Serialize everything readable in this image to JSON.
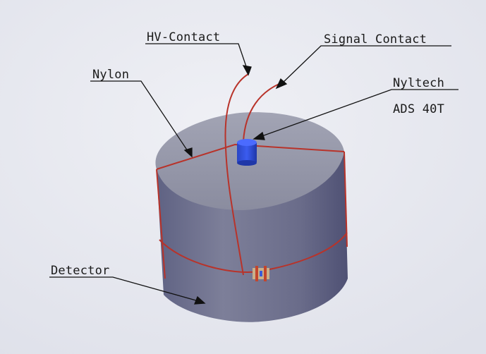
{
  "labels": {
    "hv_contact": "HV-Contact",
    "signal_contact": "Signal Contact",
    "nylon": "Nylon",
    "nyltech_line1": "Nyltech",
    "nyltech_line2": "ADS 40T",
    "detector": "Detector"
  },
  "colors": {
    "background": "#e6e8ef",
    "detector_body": "#6e7090",
    "detector_top": "#8f91a4",
    "nylon_wire": "#b8332a",
    "nyltech_cap": "#2c4bd3",
    "leader_line": "#111111"
  }
}
